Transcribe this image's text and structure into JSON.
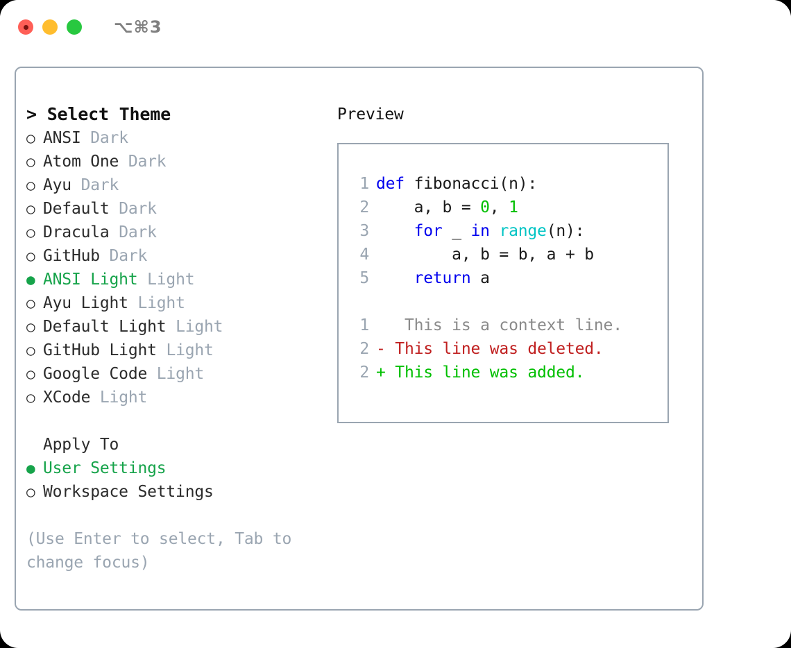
{
  "titlebar": {
    "lights": [
      "close",
      "minimize",
      "maximize"
    ],
    "shortcut": "⌥⌘3"
  },
  "left": {
    "header": "> Select Theme",
    "themes": [
      {
        "bullet": "○",
        "name": "ANSI",
        "kind": "Dark",
        "selected": false
      },
      {
        "bullet": "○",
        "name": "Atom One",
        "kind": "Dark",
        "selected": false
      },
      {
        "bullet": "○",
        "name": "Ayu",
        "kind": "Dark",
        "selected": false
      },
      {
        "bullet": "○",
        "name": "Default",
        "kind": "Dark",
        "selected": false
      },
      {
        "bullet": "○",
        "name": "Dracula",
        "kind": "Dark",
        "selected": false
      },
      {
        "bullet": "○",
        "name": "GitHub",
        "kind": "Dark",
        "selected": false
      },
      {
        "bullet": "●",
        "name": "ANSI Light",
        "kind": "Light",
        "selected": true
      },
      {
        "bullet": "○",
        "name": "Ayu Light",
        "kind": "Light",
        "selected": false
      },
      {
        "bullet": "○",
        "name": "Default Light",
        "kind": "Light",
        "selected": false
      },
      {
        "bullet": "○",
        "name": "GitHub Light",
        "kind": "Light",
        "selected": false
      },
      {
        "bullet": "○",
        "name": "Google Code",
        "kind": "Light",
        "selected": false
      },
      {
        "bullet": "○",
        "name": "XCode",
        "kind": "Light",
        "selected": false
      }
    ],
    "apply_to_label": "Apply To",
    "apply_to": [
      {
        "bullet": "●",
        "name": "User Settings",
        "selected": true
      },
      {
        "bullet": "○",
        "name": "Workspace Settings",
        "selected": false
      }
    ],
    "hint": "(Use Enter to select, Tab to change focus)"
  },
  "right": {
    "preview_title": "Preview",
    "code_lines": [
      {
        "no": "1",
        "tokens": [
          {
            "t": "def",
            "c": "kw"
          },
          {
            "t": " fibonacci(n):",
            "c": "def"
          }
        ]
      },
      {
        "no": "2",
        "tokens": [
          {
            "t": "    a, b = ",
            "c": "def"
          },
          {
            "t": "0",
            "c": "num"
          },
          {
            "t": ", ",
            "c": "def"
          },
          {
            "t": "1",
            "c": "num"
          }
        ]
      },
      {
        "no": "3",
        "tokens": [
          {
            "t": "    ",
            "c": "def"
          },
          {
            "t": "for",
            "c": "kw"
          },
          {
            "t": " _ ",
            "c": "def"
          },
          {
            "t": "in",
            "c": "kw"
          },
          {
            "t": " ",
            "c": "def"
          },
          {
            "t": "range",
            "c": "fn"
          },
          {
            "t": "(n):",
            "c": "def"
          }
        ]
      },
      {
        "no": "4",
        "tokens": [
          {
            "t": "        a, b = b, a + b",
            "c": "def"
          }
        ]
      },
      {
        "no": "5",
        "tokens": [
          {
            "t": "    ",
            "c": "def"
          },
          {
            "t": "return",
            "c": "kw"
          },
          {
            "t": " a",
            "c": "def"
          }
        ]
      }
    ],
    "diff_lines": [
      {
        "no": "1",
        "marker": " ",
        "text": "  This is a context line.",
        "kind": "ctx"
      },
      {
        "no": "2",
        "marker": "-",
        "text": " This line was deleted.",
        "kind": "del"
      },
      {
        "no": "2",
        "marker": "+",
        "text": " This line was added.",
        "kind": "add"
      }
    ]
  },
  "colors": {
    "accent_green": "#16a34a",
    "muted": "#9aa5b1",
    "keyword_blue": "#0000ee",
    "function_cyan": "#00c4c4",
    "number_green": "#00bf00",
    "diff_red": "#c02020",
    "diff_green": "#00bf00",
    "border": "#9aa5b1"
  }
}
